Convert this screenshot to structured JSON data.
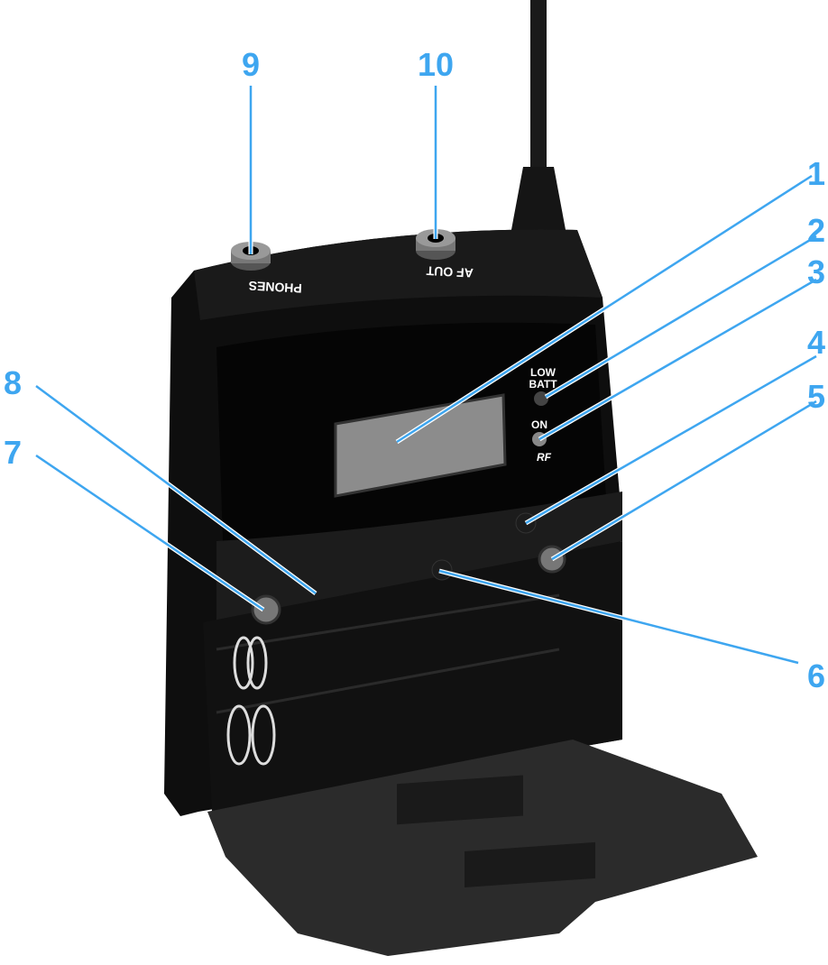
{
  "device_labels": {
    "phones": "PHONES",
    "af_out": "AF OUT",
    "low_batt_line1": "LOW",
    "low_batt_line2": "BATT",
    "on": "ON",
    "rf": "RF"
  },
  "callouts": [
    "1",
    "2",
    "3",
    "4",
    "5",
    "6",
    "7",
    "8",
    "9",
    "10"
  ],
  "colors": {
    "callout": "#3ea6f0",
    "body": "#111111",
    "display": "#8c8c8c"
  }
}
